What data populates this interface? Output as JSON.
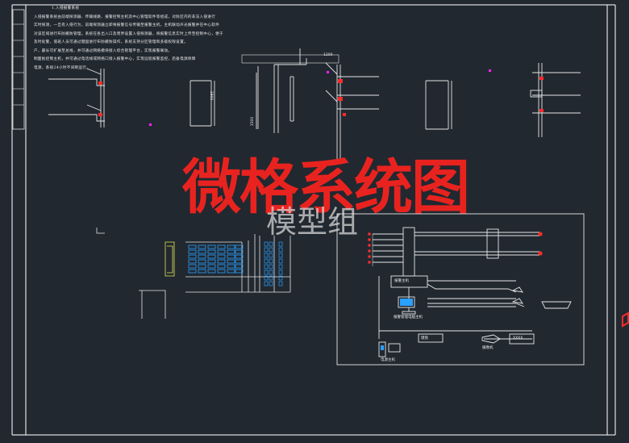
{
  "notes": {
    "heading": "1.入侵报警系统",
    "lines": [
      "入侵报警系统由前端探测器、传输线路、报警控制主机及中心管理软件等组成，对防区内的非法入侵进行",
      "实时探测，一旦有入侵行为，前端探测器立即将报警信号传输至报警主机，主机联动声光报警并在中心软件",
      "对该区域进行布防撤防管理。系统在各出入口及周界设置入侵探测器，将报警信息实时上传至控制中心，便于",
      "及时处警，值班人员可通过键盘进行布防撤防操作，系统支持分区管理和多级权限设置。",
      "户，最长可扩展至总线，并可通过网络模块接入综合管理平台，实现报警联动。",
      "制面板控制主机，并可通过电话线或网络口接入报警中心，实现远程报警监控，后备电源保障",
      "电源，系统24小时不间断运行。"
    ]
  },
  "watermark": "微格系统图",
  "watermark_sub": "模型组",
  "labels": {
    "control_box": "报警主机",
    "monitor_caption": "报警管理电脑主机",
    "keyboard_box": "键盘",
    "bottom_caption": "电源主机",
    "camera_caption": "摄像机",
    "small_box": "XXXX",
    "dim_1": "1200",
    "dim_2": "2800",
    "dim_3": "1500"
  },
  "colors": {
    "background": "#212830",
    "frame": "#e0e0e0",
    "line": "#e6e6e6",
    "accent_red": "#ff2a2a",
    "accent_magenta": "#ff22ff",
    "accent_cyan": "#2aa0ff",
    "accent_yellow": "#e8e850",
    "watermark": "#e8231f"
  }
}
